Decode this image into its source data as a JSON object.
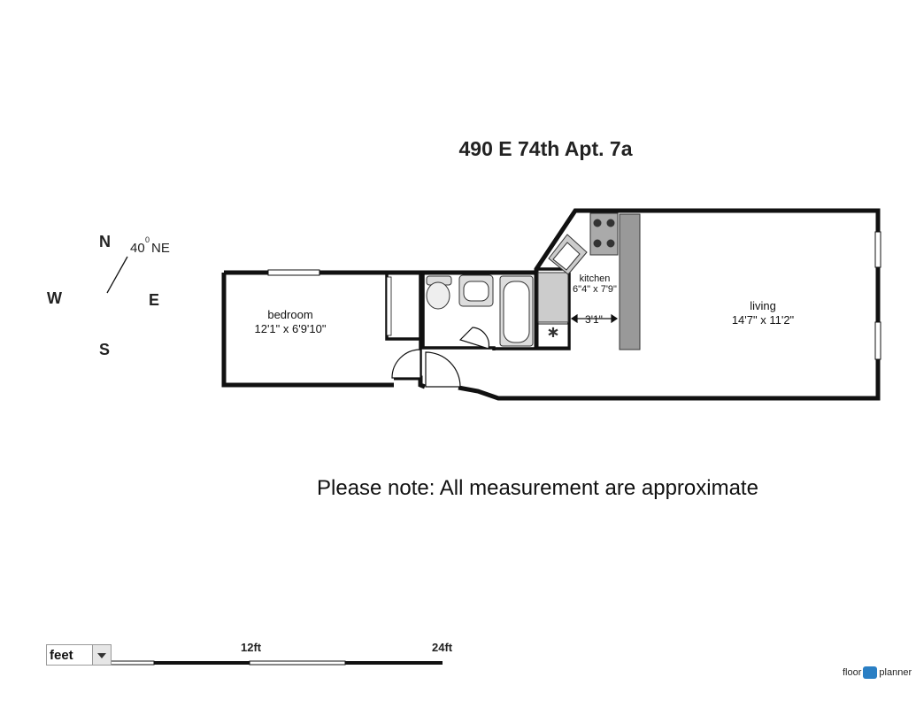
{
  "title": "490 E 74th Apt. 7a",
  "compass": {
    "n": "N",
    "s": "S",
    "e": "E",
    "w": "W",
    "bearing": "40",
    "bearing_unit": "0",
    "bearing_dir": "NE"
  },
  "rooms": {
    "bedroom": {
      "name": "bedroom",
      "dims": "12'1\" x 6'9'10\""
    },
    "kitchen": {
      "name": "kitchen",
      "dims": "6\"4\" x 7'9\""
    },
    "living": {
      "name": "living",
      "dims": "14'7\" x 11'2\""
    },
    "passage": {
      "dims": "3'1\""
    }
  },
  "note": "Please note: All measurement are approximate",
  "scale": {
    "unit": "feet",
    "mark_mid": "12ft",
    "mark_end": "24ft"
  },
  "brand": {
    "left": "floor",
    "right": "planner"
  }
}
